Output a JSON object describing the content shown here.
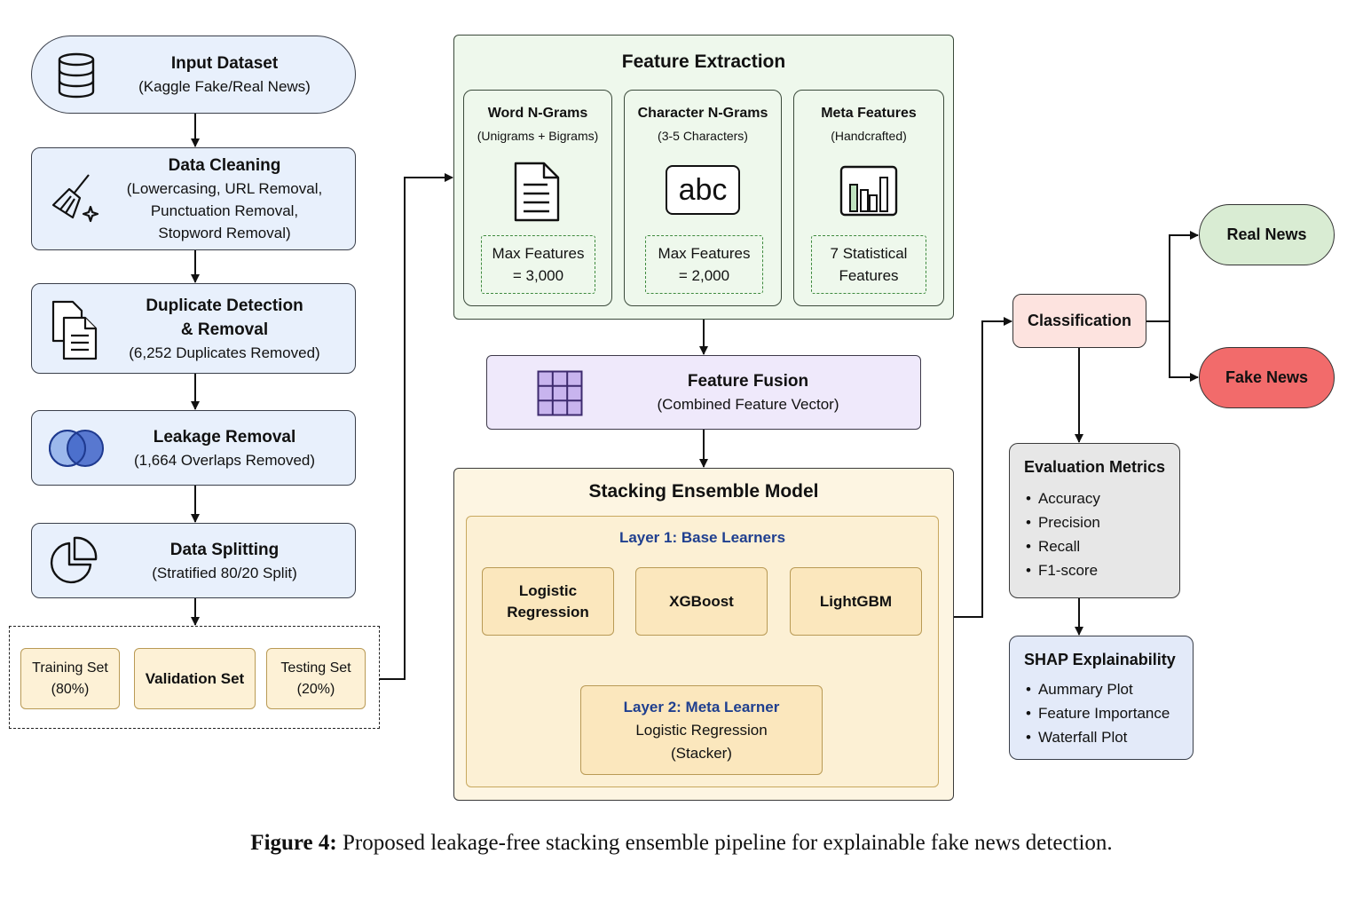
{
  "pipeline": {
    "input_dataset": {
      "title": "Input Dataset",
      "subtitle": "(Kaggle Fake/Real News)",
      "icon": "database-icon"
    },
    "data_cleaning": {
      "title": "Data Cleaning",
      "lines": [
        "(Lowercasing, URL Removal,",
        "Punctuation Removal,",
        "Stopword Removal)"
      ],
      "icon": "broom-icon"
    },
    "duplicate_detection": {
      "title_1": "Duplicate Detection",
      "title_2": "& Removal",
      "subtitle": "(6,252 Duplicates Removed)",
      "icon": "documents-icon"
    },
    "leakage_removal": {
      "title": "Leakage Removal",
      "subtitle": "(1,664 Overlaps Removed)",
      "icon": "venn-icon"
    },
    "data_splitting": {
      "title": "Data Splitting",
      "subtitle": "(Stratified 80/20 Split)",
      "icon": "pie-chart-icon"
    },
    "splits": {
      "training": {
        "line1": "Training Set",
        "line2": "(80%)"
      },
      "validation": {
        "line1": "Validation Set"
      },
      "testing": {
        "line1": "Testing Set",
        "line2": "(20%)"
      }
    }
  },
  "feature_extraction": {
    "title": "Feature Extraction",
    "word": {
      "title": "Word N-Grams",
      "subtitle": "(Unigrams + Bigrams)",
      "note_1": "Max Features",
      "note_2": "= 3,000",
      "icon": "document-icon"
    },
    "char": {
      "title": "Character N-Grams",
      "subtitle": "(3-5 Characters)",
      "glyph": "abc",
      "note_1": "Max Features",
      "note_2": "= 2,000",
      "icon": "abc-icon"
    },
    "meta": {
      "title": "Meta Features",
      "subtitle": "(Handcrafted)",
      "note_1": "7 Statistical",
      "note_2": "Features",
      "icon": "bar-chart-icon"
    }
  },
  "feature_fusion": {
    "title": "Feature Fusion",
    "subtitle": "(Combined Feature Vector)",
    "icon": "grid-icon"
  },
  "stacking": {
    "title": "Stacking Ensemble Model",
    "layer1_title": "Layer 1: Base Learners",
    "base_learners": {
      "logreg_1": "Logistic",
      "logreg_2": "Regression",
      "xgboost": "XGBoost",
      "lightgbm": "LightGBM"
    },
    "layer2_title": "Layer 2: Meta Learner",
    "meta_line1": "Logistic Regression",
    "meta_line2": "(Stacker)"
  },
  "classification": {
    "title": "Classification",
    "real": "Real News",
    "fake": "Fake News"
  },
  "evaluation": {
    "title": "Evaluation Metrics",
    "items": [
      "Accuracy",
      "Precision",
      "Recall",
      "F1-score"
    ]
  },
  "shap": {
    "title": "SHAP Explainability",
    "items": [
      "Aummary Plot",
      "Feature Importance",
      "Waterfall Plot"
    ]
  },
  "caption": {
    "label": "Figure 4:",
    "text": " Proposed leakage-free stacking ensemble pipeline for explainable fake news detection."
  },
  "colors": {
    "real_news": "#d9ecd3",
    "fake_news": "#f26b6b",
    "classification": "#fde3df",
    "layer_title": "#1f3f8f"
  }
}
